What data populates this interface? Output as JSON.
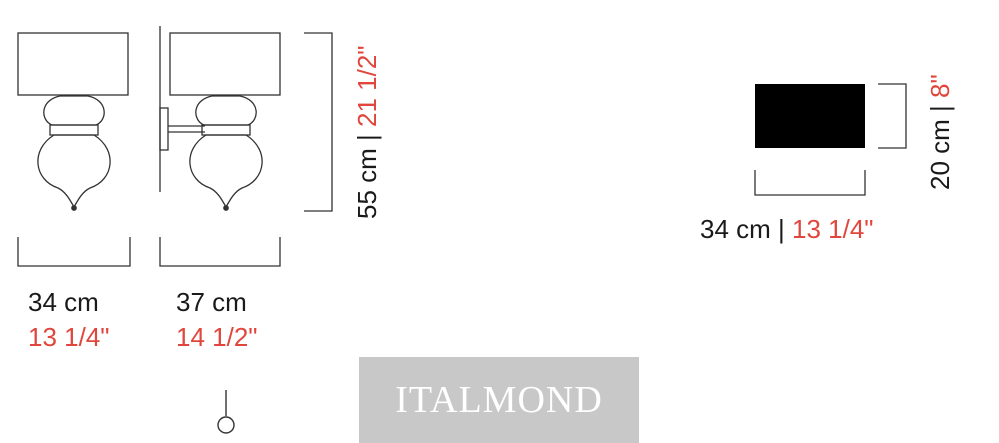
{
  "drawings": {
    "front_view": {
      "width_cm": "34 cm",
      "width_in": "13 1/4\""
    },
    "side_view": {
      "width_cm": "37 cm",
      "width_in": "14 1/2\""
    },
    "height": {
      "cm": "55 cm",
      "separator": " | ",
      "in": "21 1/2\""
    },
    "shade_detail": {
      "height": {
        "cm": "20 cm",
        "separator": " | ",
        "in": "8\""
      },
      "width": {
        "cm": "34 cm",
        "separator": " | ",
        "in": "13 1/4\""
      }
    }
  },
  "watermark": {
    "text": "ITALMOND"
  },
  "colors": {
    "imperial": "#e0463c",
    "metric": "#1a1a1a",
    "line": "#333333",
    "shade_fill": "#000000",
    "watermark_bg": "#c8c8c8"
  },
  "icons": {
    "bulb_symbol": "bulb-symbol-icon"
  }
}
